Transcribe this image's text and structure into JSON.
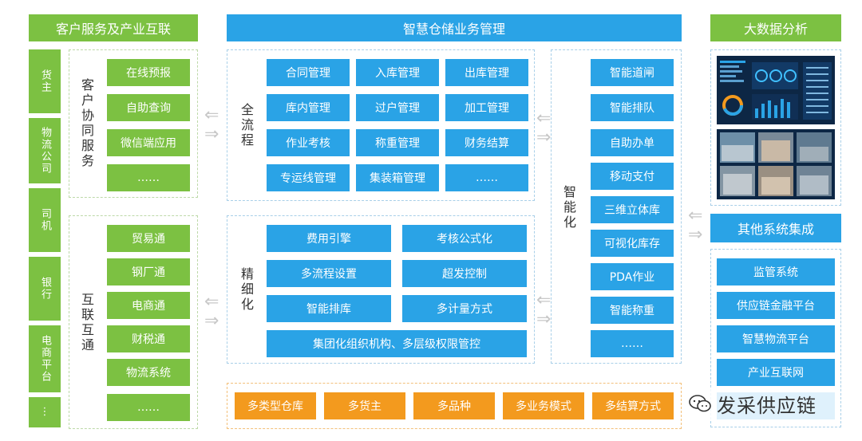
{
  "headers": {
    "left": "客户服务及产业互联",
    "center": "智慧仓储业务管理",
    "right": "大数据分析"
  },
  "left_sidebar": [
    "货主",
    "物流公司",
    "司机",
    "银行",
    "电商平台",
    "⋮"
  ],
  "customer_service": {
    "label": "客户协同服务",
    "items": [
      "在线预报",
      "自助查询",
      "微信端应用",
      "……"
    ]
  },
  "interconnect": {
    "label": "互联互通",
    "items": [
      "贸易通",
      "钢厂通",
      "电商通",
      "财税通",
      "物流系统",
      "……"
    ]
  },
  "full_process": {
    "label": "全流程",
    "items": [
      "合同管理",
      "入库管理",
      "出库管理",
      "库内管理",
      "过户管理",
      "加工管理",
      "作业考核",
      "称重管理",
      "财务结算",
      "专运线管理",
      "集装箱管理",
      "……"
    ]
  },
  "refined": {
    "label": "精细化",
    "items": [
      "费用引擎",
      "考核公式化",
      "多流程设置",
      "超发控制",
      "智能排库",
      "多计量方式"
    ],
    "wide_item": "集团化组织机构、多层级权限管控"
  },
  "intelligent": {
    "label": "智能化",
    "items": [
      "智能道闸",
      "智能排队",
      "自助办单",
      "移动支付",
      "三维立体库",
      "可视化库存",
      "PDA作业",
      "智能称重",
      "……"
    ]
  },
  "bottom_bar": [
    "多类型仓库",
    "多货主",
    "多品种",
    "多业务模式",
    "多结算方式"
  ],
  "other_systems": {
    "title": "其他系统集成",
    "items": [
      "监管系统",
      "供应链金融平台",
      "智慧物流平台",
      "产业互联网"
    ]
  },
  "watermark": "发采供应链",
  "colors": {
    "green": "#7cc142",
    "blue": "#2aa3e6",
    "orange": "#f39a1e"
  }
}
